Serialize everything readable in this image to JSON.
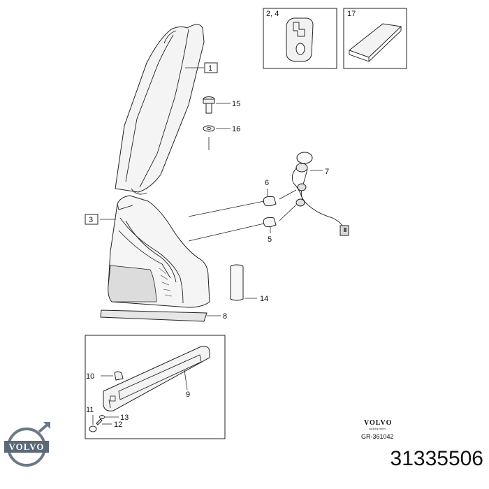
{
  "diagram": {
    "callouts": {
      "c1": "1",
      "c2_4": "2, 4",
      "c3": "3",
      "c5": "5",
      "c6": "6",
      "c7": "7",
      "c8": "8",
      "c9": "9",
      "c10": "10",
      "c11": "11",
      "c12": "12",
      "c13": "13",
      "c14": "14",
      "c15": "15",
      "c16": "16",
      "c17": "17"
    },
    "drawing_reference": "GR-361042",
    "brand_mark": "VOLVO",
    "brand_mark_subtitle": "GENUINE PARTS"
  },
  "logo": {
    "text": "VOLVO",
    "color": "#5a6878"
  },
  "part_number": "31335506"
}
